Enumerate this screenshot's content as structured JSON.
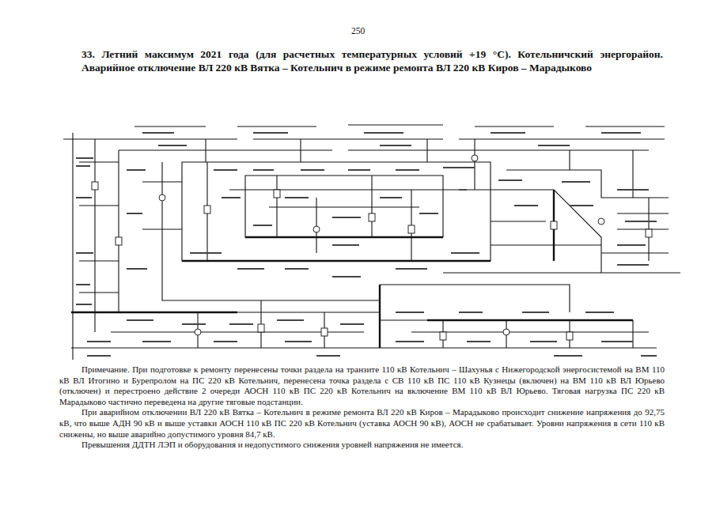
{
  "diagram": {
    "title": "33. Летний максимум 2021 года (для расчетных температурных условий +19 °С). Котельничский энергорайон. Аварийное отключение ВЛ 220 кВ Вятка – Котельнич в режиме ремонта ВЛ 220 кВ Киров – Марадыково",
    "labels": [
      "250",
      "Примечание. При подготовке к ремонту перенесены точки раздела на транзите 110 кВ Котельнич – Шахунья с Нижегородской энергосистемой на ВМ 110 кВ ВЛ Итогино и Бурепролом на ПС 220 кВ Котельнич, перенесена точка раздела с СВ 110 кВ ПС 110 кВ Кузнецы (включен) на ВМ 110 кВ ВЛ Юрьево (отключен) и перестроено действие 2 очереди АОСН 110 кВ ПС 220 кВ Котельнич на включение ВМ 110 кВ ВЛ Юрьево. Тяговая нагрузка ПС 220 кВ Марадыково частично переведена на другие тяговые подстанции.",
      "При аварийном отключении ВЛ 220 кВ Вятка – Котельнич в режиме ремонта ВЛ 220 кВ Киров – Марадыково происходит снижение напряжения до 92,75 кВ, что выше АДН 90 кВ и выше уставки АОСН 110 кВ ПС 220 кВ Котельнич (уставка АОСН 90 кВ), АОСН не срабатывает. Уровни напряжения в сети 110 кВ снижены, но выше аварийно допустимого уровня 84,7 кВ.",
      "Превышения ДДТН ЛЭП и оборудования и недопустимого снижения уровней напряжения не имеется."
    ]
  }
}
